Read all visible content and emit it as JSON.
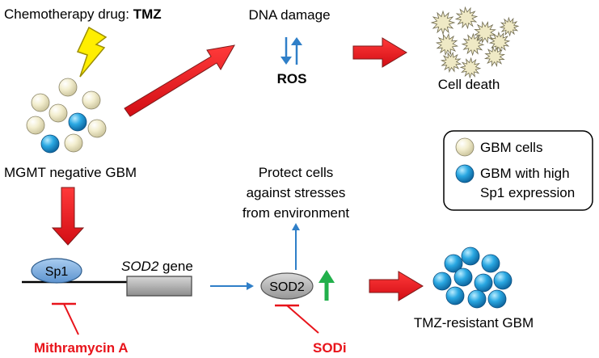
{
  "labels": {
    "drug_prefix": "Chemotherapy drug: ",
    "drug_name": "TMZ",
    "dna_damage": "DNA damage",
    "ros": "ROS",
    "cell_death": "Cell death",
    "mgmt_gbm": "MGMT negative GBM",
    "protect_line1": "Protect cells",
    "protect_line2": "against stresses",
    "protect_line3": "from environment",
    "sp1": "Sp1",
    "sod2_gene_italic": "SOD2",
    "sod2_gene_suffix": " gene",
    "sod2_protein": "SOD2",
    "mithramycin": "Mithramycin A",
    "sodi": "SODi",
    "resistant": "TMZ-resistant GBM"
  },
  "legend": {
    "gbm_cells": "GBM cells",
    "high_sp1_line1": "GBM with high",
    "high_sp1_line2": "Sp1 expression"
  },
  "colors": {
    "red_arrow": "#e8141b",
    "blue_arrow": "#2f7fc8",
    "green_arrow": "#22b04b",
    "inhibitor": "#e8141b",
    "cream_cell": "#efe9c5",
    "blue_cell": "#29a7e0",
    "bolt": "#ffee00"
  }
}
